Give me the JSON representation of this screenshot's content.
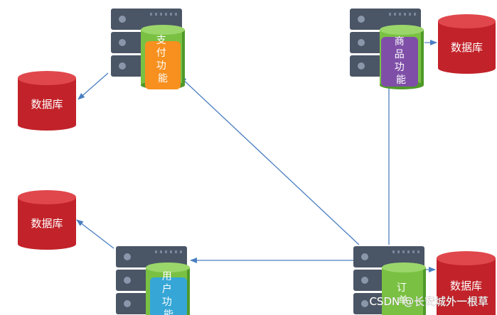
{
  "services": {
    "payment": {
      "label_chars": [
        "支",
        "付",
        "功",
        "能"
      ],
      "color": "#f7901e"
    },
    "product": {
      "label_chars": [
        "商",
        "品",
        "功",
        "能"
      ],
      "color": "#7f4fa8"
    },
    "user": {
      "label_chars": [
        "用",
        "户",
        "功",
        "能"
      ],
      "color": "#35a6d6"
    },
    "order": {
      "label_chars": [
        "订",
        "单"
      ],
      "color": "#7ac143"
    }
  },
  "databases": {
    "left_top": {
      "label": "数据库"
    },
    "left_middle": {
      "label": "数据库"
    },
    "right_top": {
      "label": "数据库"
    },
    "right_bottom": {
      "label": "数据库"
    }
  },
  "watermark": {
    "text": "CSDN @长安城外一根草"
  },
  "colors": {
    "server_body": "#4a5566",
    "server_light": "#5f6b7d",
    "cylinder_green": "#7ac143",
    "cylinder_green_dark": "#4f9a2a",
    "db_red": "#c22229",
    "db_red_top": "#e0474c",
    "arrow": "#4a7fc1"
  }
}
